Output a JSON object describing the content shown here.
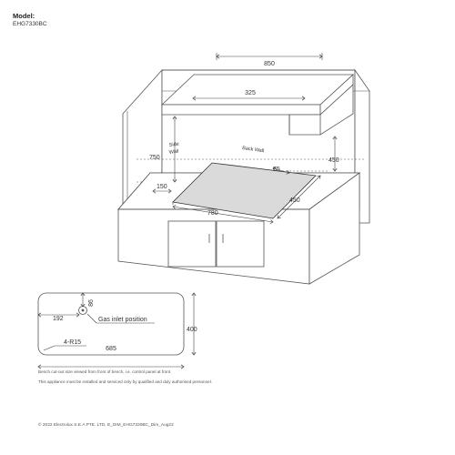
{
  "header": {
    "model_label": "Model:",
    "model_code": "EHG7330BC"
  },
  "wall_labels": {
    "side_wall_1": "Side",
    "side_wall_2": "Wall",
    "back_wall": "Back Wall"
  },
  "dimensions": {
    "hood_width": "850",
    "hood_depth": "325",
    "height_to_hood": "750",
    "back_clearance": "55",
    "back_wall_height": "450",
    "side_clearance": "150",
    "hob_width": "780",
    "hob_depth": "450",
    "cutout_width": "685",
    "cutout_depth": "400",
    "gas_offset_x": "192",
    "gas_offset_y": "86",
    "corner_radius": "4-R15"
  },
  "cutout_labels": {
    "gas_inlet": "Gas inlet position"
  },
  "notes": {
    "line1": "Bench cut-out size viewed from front of bench, i.e. control panel at front.",
    "line2": "This appliance must be installed and serviced only by qualified and duly authorised personnel."
  },
  "footer": {
    "copyright": "© 2022 Electrolux S.E.A PTE. LTD, E_DIM_EHG7330BC_Dim_Aug22"
  }
}
